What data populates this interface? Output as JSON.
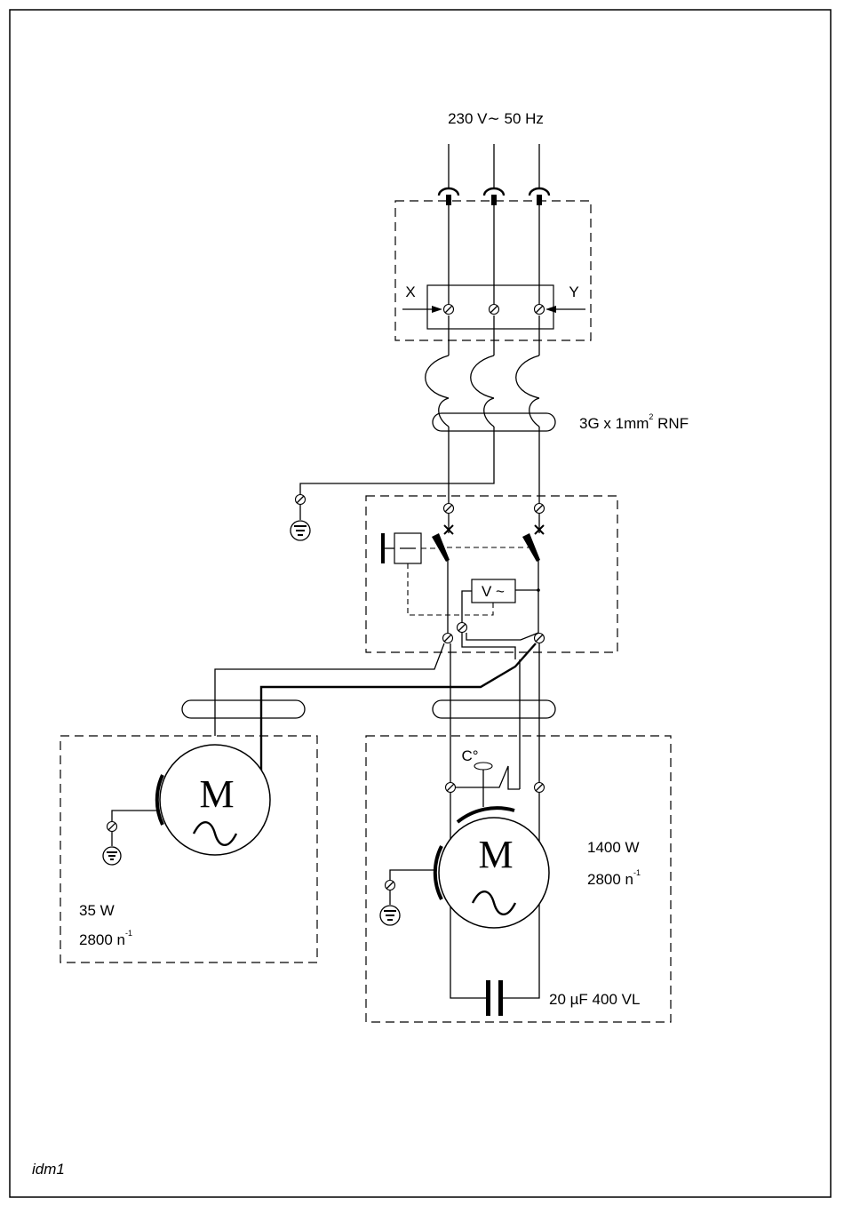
{
  "supply": {
    "label": "230 V∼ 50 Hz"
  },
  "terminal_block": {
    "left_label": "X",
    "right_label": "Y"
  },
  "cable": {
    "label_main": "3G x 1mm",
    "label_sup": "2",
    "label_suffix": " RNF"
  },
  "switch_box": {
    "voltage_label": "V ~"
  },
  "fan_motor": {
    "symbol": "M",
    "power": "35 W",
    "speed_main": "2800 n",
    "speed_sup": "-1"
  },
  "main_motor": {
    "symbol": "M",
    "thermal_label": "C°",
    "power": "1400 W",
    "speed_main": "2800 n",
    "speed_sup": "-1"
  },
  "capacitor": {
    "label": "20 µF 400 VL"
  },
  "drawing_id": "idm1"
}
